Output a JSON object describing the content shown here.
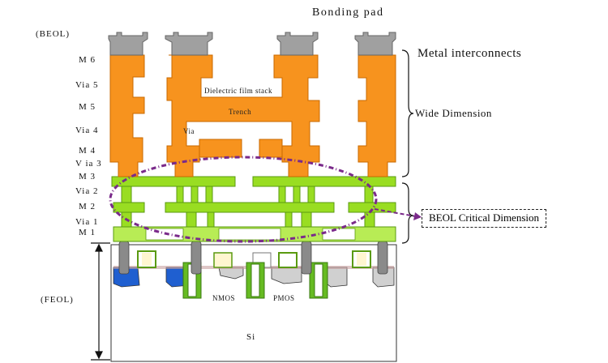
{
  "labels": {
    "beol": "(BEOL)",
    "feol": "(FEOL)",
    "bonding_pad": "Bonding pad",
    "metal_interconnects": "Metal interconnects",
    "wide_dimension": "Wide Dimension",
    "beol_critical_dimension": "BEOL Critical Dimension",
    "dielectric_film_stack": "Dielectric film stack",
    "trench": "Trench",
    "via": "Via",
    "nmos": "NMOS",
    "pmos": "PMOS",
    "si": "Si"
  },
  "layers": [
    {
      "key": "m6",
      "text": "M 6"
    },
    {
      "key": "via5",
      "text": "Via 5"
    },
    {
      "key": "m5",
      "text": "M 5"
    },
    {
      "key": "via4",
      "text": "Via 4"
    },
    {
      "key": "m4",
      "text": "M 4"
    },
    {
      "key": "via3",
      "text": "V ia 3"
    },
    {
      "key": "m3",
      "text": "M 3"
    },
    {
      "key": "via2",
      "text": "Via 2"
    },
    {
      "key": "m2",
      "text": "M 2"
    },
    {
      "key": "via1",
      "text": "Via 1"
    },
    {
      "key": "m1",
      "text": "M 1"
    }
  ],
  "colors": {
    "orange": "#f7931e",
    "green": "#99dd22",
    "green_dark": "#5a9a10",
    "pad_gray": "#a0a0a0",
    "contact": "#8a8a8a",
    "blue": "#1f5fd0",
    "ellipse": "#7a2a8a"
  }
}
